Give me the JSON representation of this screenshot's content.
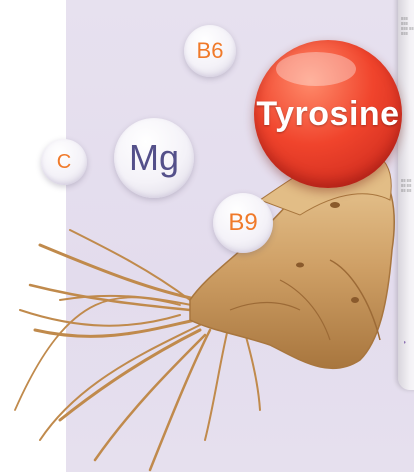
{
  "bubbles": {
    "b6": "B6",
    "mg": "Mg",
    "c": "C",
    "b9": "B9"
  },
  "highlight": "Tyrosine",
  "colors": {
    "panel_bg": "#e5dfee",
    "vitamin_text": "#f07a2a",
    "mineral_text": "#54508a",
    "tyrosine_red": "#e83b27",
    "root": "#c99a5b"
  }
}
